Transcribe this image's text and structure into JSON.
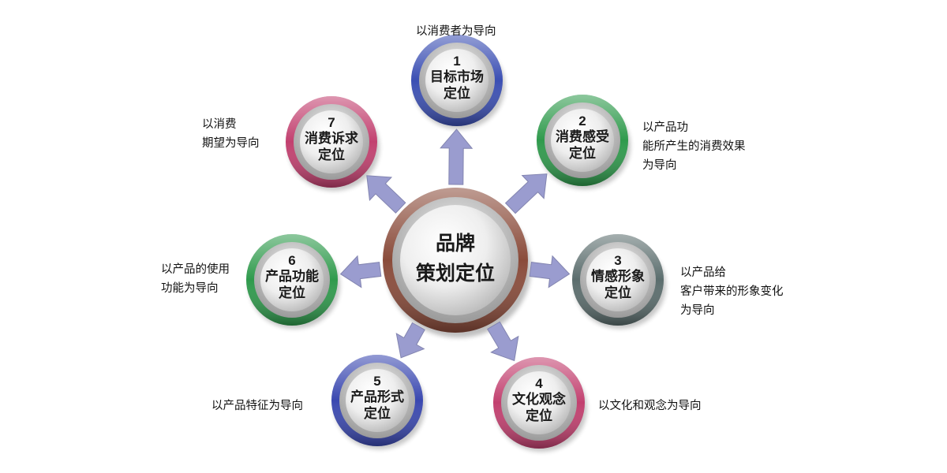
{
  "center": {
    "title": "品牌策划定位"
  },
  "nodes": [
    {
      "id": 1,
      "number": "1",
      "label": "目标市场定位",
      "ring_color": "#3b4fb3",
      "description": "以消费者为导向"
    },
    {
      "id": 2,
      "number": "2",
      "label": "消费感受定位",
      "ring_color": "#2f9a4c",
      "description": "以产品功能所产生的消费效果为导向"
    },
    {
      "id": 3,
      "number": "3",
      "label": "情感形象定位",
      "ring_color": "#5b6d6d",
      "description": "以产品给客户带来的形象变化为导向"
    },
    {
      "id": 4,
      "number": "4",
      "label": "文化观念定位",
      "ring_color": "#c2406f",
      "description": "以文化和观念为导向"
    },
    {
      "id": 5,
      "number": "5",
      "label": "产品形式定位",
      "ring_color": "#3a48b0",
      "description": "以产品特征为导向"
    },
    {
      "id": 6,
      "number": "6",
      "label": "产品功能定位",
      "ring_color": "#2f9a4c",
      "description": "以产品的使用功能为导向"
    },
    {
      "id": 7,
      "number": "7",
      "label": "消费诉求定位",
      "ring_color": "#c2406f",
      "description": "以消费期望为导向"
    }
  ],
  "colors": {
    "center_ring": "#8a4b3a",
    "arrow": "#9a9ccf",
    "disc_inner": "#f2f2f2"
  }
}
